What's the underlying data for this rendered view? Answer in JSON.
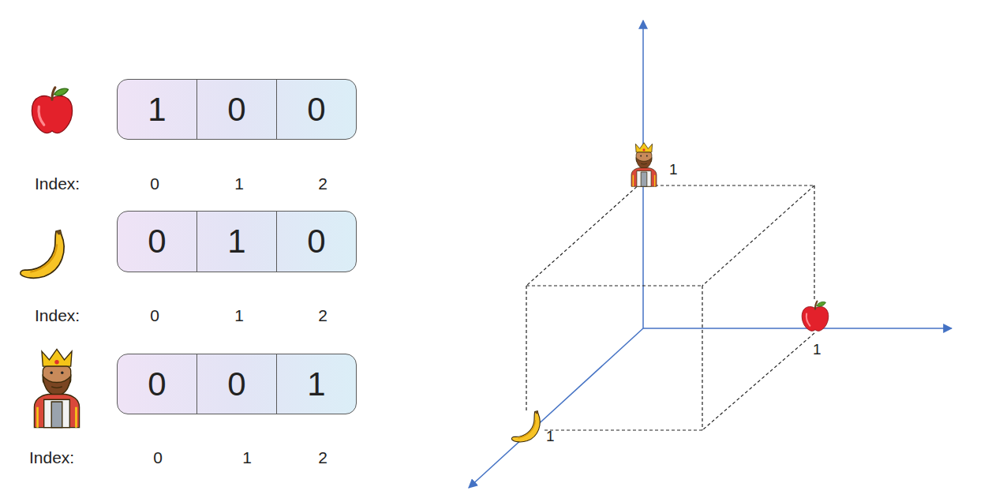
{
  "diagram": {
    "nodes": [
      {
        "text": [
          "1",
          "0",
          "0"
        ]
      },
      {
        "text": [
          "0",
          "1",
          "0"
        ]
      },
      {
        "text": [
          "0",
          "0",
          "1"
        ]
      }
    ],
    "labels": [
      "Index:",
      "0",
      "1",
      "2",
      "Index:",
      "0",
      "1",
      "2",
      "Index:",
      "0",
      "1",
      "2",
      "1",
      "1",
      "1"
    ]
  }
}
